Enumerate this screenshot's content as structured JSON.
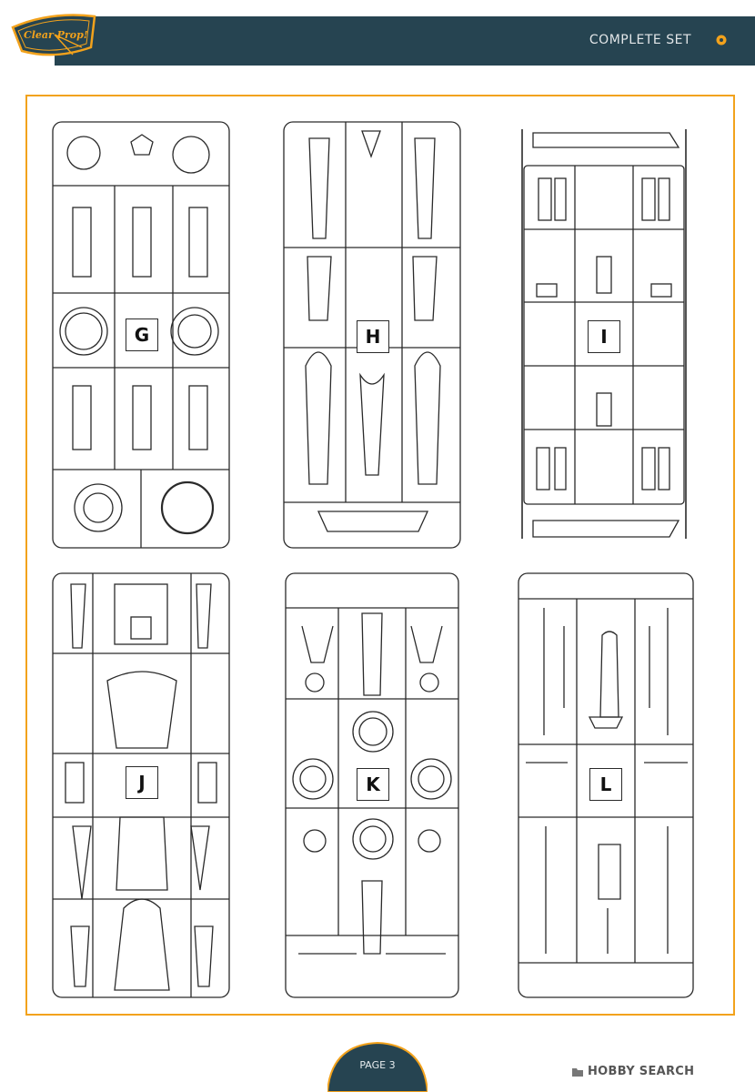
{
  "header": {
    "logo_text": "Clear Prop!",
    "title": "COMPLETE SET",
    "bar_color": "#264451",
    "accent_color": "#f2a21c"
  },
  "sprues": [
    {
      "letter": "G"
    },
    {
      "letter": "H"
    },
    {
      "letter": "I"
    },
    {
      "letter": "J"
    },
    {
      "letter": "K"
    },
    {
      "letter": "L"
    }
  ],
  "footer": {
    "page_label": "PAGE 3",
    "watermark": "HOBBY SEARCH"
  }
}
